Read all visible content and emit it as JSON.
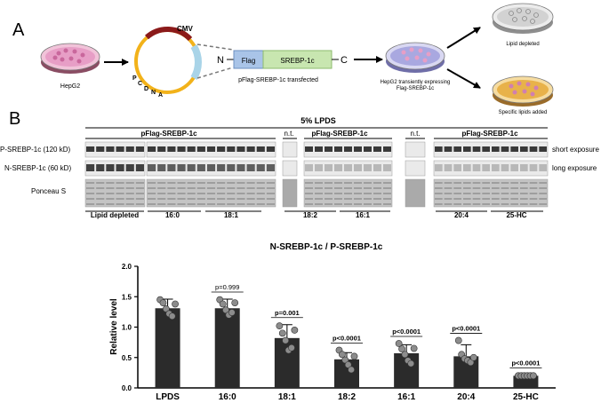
{
  "panel_a": {
    "label": "A",
    "hepg2": "HepG2",
    "plasmid_letters": [
      "P",
      "C",
      "D",
      "N",
      "A"
    ],
    "cmv": "CMV",
    "n_term": "N",
    "c_term": "C",
    "flag": "Flag",
    "srebp": "SREBP-1c",
    "transfected": "pFlag-SREBP-1c transfected",
    "transient_line1": "HepG2 transiently expressing",
    "transient_line2": "Flag-SREBP-1c",
    "lipid_depleted": "Lipid depleted",
    "lipids_added": "Specific lipids added",
    "colors": {
      "cmv": "#8b1a1a",
      "plasmid": "#f2b21a",
      "flag_box": "#a9c4e8",
      "srebp_box": "#c8e6b0",
      "dish_pink": "#e79ec6",
      "dish_blue": "#a9a8e0",
      "dish_gold": "#e8b24a"
    }
  },
  "panel_b": {
    "label": "B",
    "lpds_header": "5% LPDS",
    "groups": [
      "pFlag-SREBP-1c",
      "n.t.",
      "pFlag-SREBP-1c",
      "n.t.",
      "pFlag-SREBP-1c"
    ],
    "row_labels": [
      "P-SREBP-1c (120 kD)",
      "N-SREBP-1c (60 kD)",
      "Ponceau S"
    ],
    "right_labels": [
      "short exposure",
      "long exposure"
    ],
    "bottom_labels": [
      "Lipid depleted",
      "16:0",
      "18:1",
      "18:2",
      "16:1",
      "20:4",
      "25-HC"
    ]
  },
  "chart_data": {
    "type": "bar",
    "title": "N-SREBP-1c / P-SREBP-1c",
    "xlabel": "",
    "ylabel": "Relative level",
    "categories": [
      "LPDS",
      "16:0",
      "18:1",
      "18:2",
      "16:1",
      "20:4",
      "25-HC"
    ],
    "values": [
      1.31,
      1.31,
      0.82,
      0.47,
      0.57,
      0.52,
      0.2
    ],
    "errors": [
      0.15,
      0.15,
      0.22,
      0.11,
      0.14,
      0.19,
      0.01
    ],
    "points": [
      [
        1.45,
        1.4,
        1.3,
        1.22,
        1.18,
        1.38
      ],
      [
        1.45,
        1.38,
        1.28,
        1.2,
        1.24,
        1.4
      ],
      [
        1.02,
        0.9,
        0.78,
        0.62,
        0.66,
        0.95
      ],
      [
        0.62,
        0.55,
        0.46,
        0.38,
        0.3,
        0.52
      ],
      [
        0.73,
        0.64,
        0.55,
        0.45,
        0.4,
        0.65
      ],
      [
        0.78,
        0.55,
        0.48,
        0.45,
        0.42,
        0.5
      ],
      [
        0.2,
        0.2,
        0.2,
        0.2,
        0.2,
        0.2
      ]
    ],
    "pvalues": [
      "p=0.999",
      "p=0.001",
      "p<0.0001",
      "p<0.0001",
      "p<0.0001",
      "p<0.0001"
    ],
    "ylim": [
      0,
      2.0
    ],
    "yticks": [
      "0.0",
      "0.5",
      "1.0",
      "1.5",
      "2.0"
    ],
    "colors": {
      "bar": "#2b2b2b",
      "point": "#8c8c8c"
    }
  }
}
